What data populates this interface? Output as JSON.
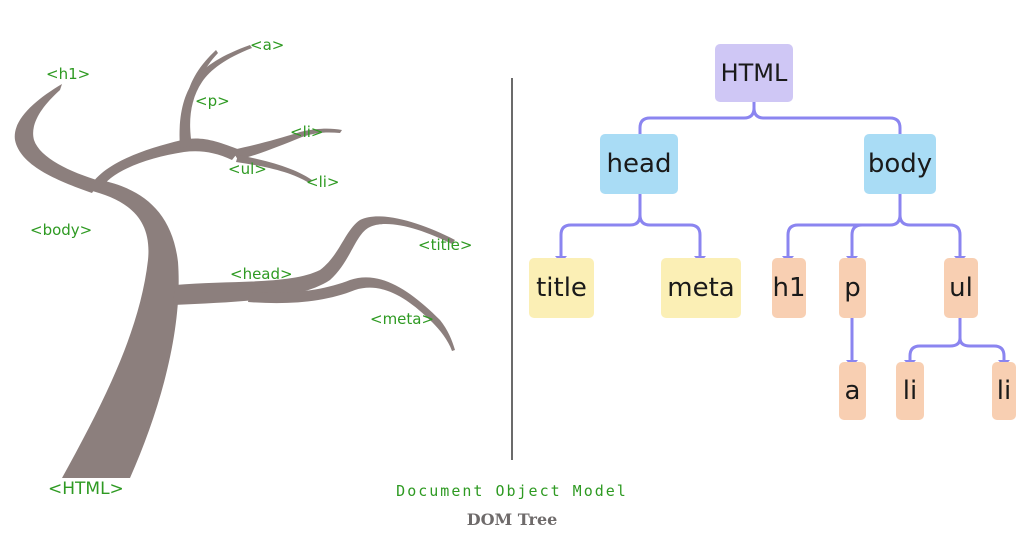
{
  "left_tree": {
    "labels": {
      "html": "<HTML>",
      "body": "<body>",
      "h1": "<h1>",
      "p": "<p>",
      "a": "<a>",
      "ul": "<ul>",
      "li_1": "<li>",
      "li_2": "<li>",
      "head": "<head>",
      "title": "<title>",
      "meta": "<meta>"
    }
  },
  "right_tree": {
    "root": "HTML",
    "head": "head",
    "body": "body",
    "title": "title",
    "meta": "meta",
    "h1": "h1",
    "p": "p",
    "ul": "ul",
    "a": "a",
    "li_1": "li",
    "li_2": "li"
  },
  "colors": {
    "trunk": "#8c7f7d",
    "label_green": "#2e9a22",
    "connector": "#8b85f0",
    "root_fill": "#cfc7f5",
    "section_fill": "#a9dcf5",
    "head_child_fill": "#fbefb5",
    "body_child_fill": "#f8cfb2"
  },
  "caption": {
    "line1": "Document Object Model",
    "line2": "DOM Tree"
  }
}
